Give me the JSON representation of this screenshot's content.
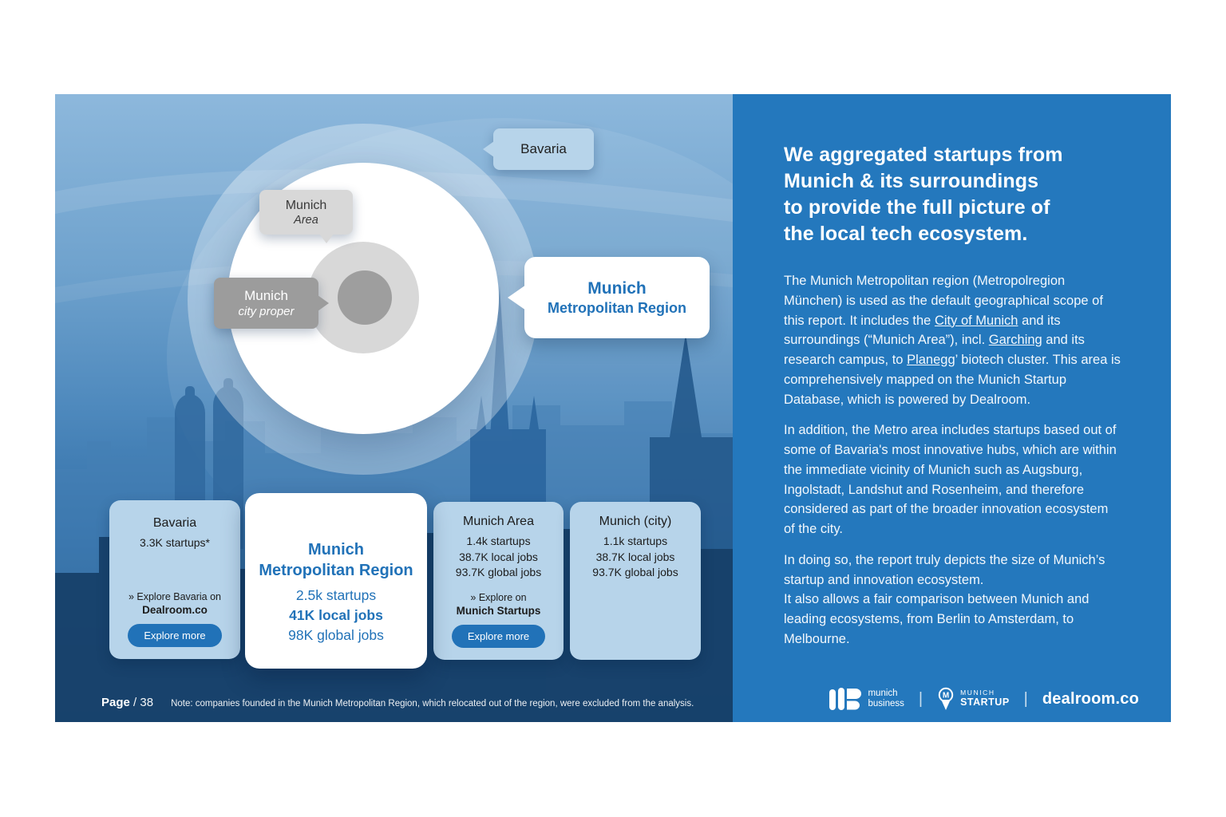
{
  "diagram": {
    "bavaria_label": "Bavaria",
    "munich_area_label": {
      "line1": "Munich",
      "line2": "Area"
    },
    "city_proper_label": {
      "line1": "Munich",
      "line2": "city proper"
    },
    "metro_label": {
      "line1": "Munich",
      "line2": "Metropolitan Region"
    }
  },
  "cards": {
    "bavaria": {
      "title": "Bavaria",
      "startups": "3.3K startups*",
      "explore_prefix": "» Explore Bavaria on",
      "explore_target": "Dealroom.co",
      "button": "Explore more"
    },
    "metro": {
      "title_line1": "Munich",
      "title_line2": "Metropolitan Region",
      "startups": "2.5k startups",
      "local_jobs": "41K local jobs",
      "global_jobs": "98K global jobs"
    },
    "munich_area": {
      "title": "Munich Area",
      "startups": "1.4k startups",
      "local_jobs": "38.7K local jobs",
      "global_jobs": "93.7K global jobs",
      "explore_prefix": "» Explore on",
      "explore_target": "Munich Startups",
      "button": "Explore more"
    },
    "munich_city": {
      "title": "Munich (city)",
      "startups": "1.1k startups",
      "local_jobs": "38.7K local jobs",
      "global_jobs": "93.7K global jobs"
    }
  },
  "panel": {
    "heading_line1": "We aggregated startups from",
    "heading_line2": "Munich & its surroundings",
    "heading_line3": "to provide the full picture of",
    "heading_line4": "the local tech ecosystem.",
    "p1": {
      "a": "The Munich Metropolitan region (Metropolregion München) is used as the default geographical scope of this report. It includes  the ",
      "link1": "City of Munich",
      "b": " and its surroundings (“Munich Area”), incl. ",
      "link2": "Garching",
      "c": " and its research campus, to ",
      "link3": "Planegg",
      "d": "’ biotech cluster. This area is comprehensively mapped on the Munich Startup Database, which is powered by Dealroom."
    },
    "p2": "In addition, the Metro area includes startups based out of some of Bavaria's most innovative hubs, which are within the immediate vicinity of Munich such as Augsburg, Ingolstadt, Landshut and Rosenheim, and therefore considered as part of the broader innovation ecosystem of the city.",
    "p3_line1": "In doing so, the report truly depicts the size of Munich’s startup and innovation ecosystem.",
    "p3_line2": "It also allows a fair comparison between Munich and leading ecosystems, from Berlin to Amsterdam, to Melbourne."
  },
  "footer": {
    "page_label": "Page",
    "page_number": "/ 38",
    "note": "Note: companies founded in the Munich Metropolitan Region, which relocated out of the region, were excluded from the analysis.",
    "separator": "|",
    "logos": {
      "munich_business_line1": "munich",
      "munich_business_line2": "business",
      "munich_startup_line1": "MUNICH",
      "munich_startup_line2": "STARTUP",
      "dealroom": "dealroom.co"
    }
  },
  "colors": {
    "panel_blue": "#2478bd",
    "accent_blue": "#2172b8",
    "card_light_blue": "#b7d4ea",
    "tooltip_gray_light": "#d8d8d8",
    "tooltip_gray_dark": "#9c9c9c",
    "circle_white": "#ffffff"
  }
}
